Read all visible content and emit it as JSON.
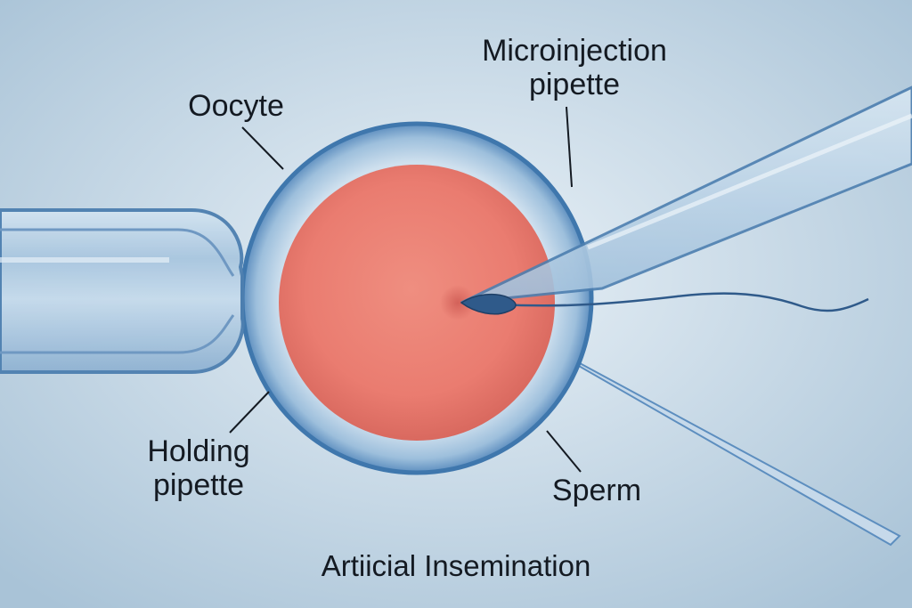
{
  "labels": {
    "oocyte": "Oocyte",
    "microinjection_pipette": "Microinjection\npipette",
    "holding_pipette": "Holding\npipette",
    "sperm": "Sperm"
  },
  "caption": "Artiicial Insemination",
  "colors": {
    "background_center": "#e8f0f6",
    "background_edge": "#a9c3d7",
    "zona_outline": "#3f77ad",
    "zona_fill": "#8fb3d3",
    "cytoplasm": "#ea7e72",
    "pipette_glass": "#b8d2e6",
    "pipette_outline": "#4d7fb0",
    "sperm": "#2f5a8a",
    "label_text": "#141a22"
  }
}
